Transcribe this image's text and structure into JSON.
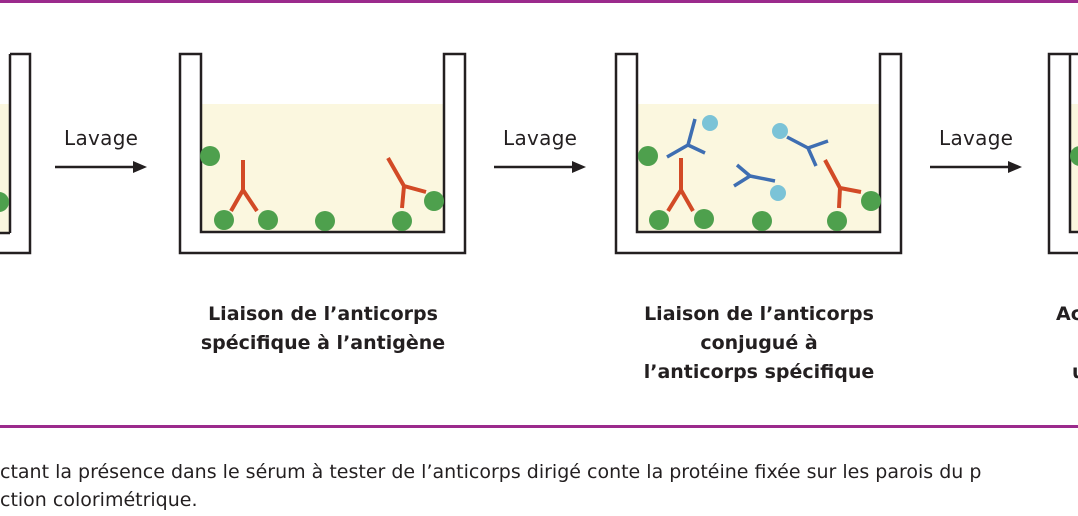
{
  "colors": {
    "rule": "#9b2a8c",
    "liquid": "#fbf7df",
    "wall": "#231f20",
    "antigen": "#4ea04d",
    "specific_antibody": "#d24a26",
    "conjugate_antibody": "#3e6eb2",
    "enzyme": "#7bc3d7"
  },
  "steps": {
    "wash_label_1": "Lavage",
    "wash_label_2": "Lavage",
    "wash_label_3": "Lavage",
    "caption_2": [
      "Liaison de l’anticorps",
      "spécifique à l’antigène"
    ],
    "caption_3": [
      "Liaison de l’anticorps",
      "conjugué à",
      "l’anticorps spécifique"
    ],
    "caption_4": [
      "Ac",
      "u"
    ]
  },
  "footnote": {
    "line_1": "ctant la présence dans le sérum à tester de l’anticorps dirigé conte la protéine fixée sur les parois du p",
    "line_2": "ction colorimétrique."
  },
  "icons": [
    "well",
    "antigen-dot",
    "y-antibody",
    "conjugate-antibody",
    "arrow-right"
  ]
}
